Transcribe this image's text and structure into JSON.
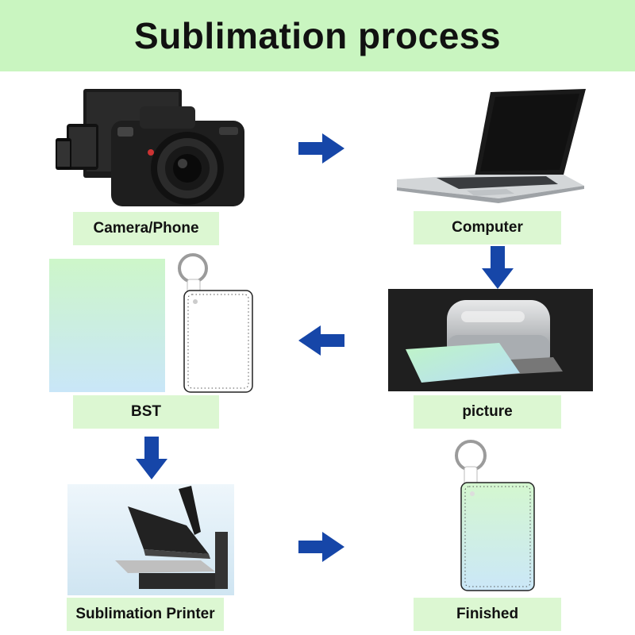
{
  "title": "Sublimation process",
  "steps": {
    "camera": {
      "label": "Camera/Phone",
      "icon": "camera-phone-illustration"
    },
    "computer": {
      "label": "Computer",
      "icon": "laptop-illustration"
    },
    "picture": {
      "label": "picture",
      "icon": "printer-illustration"
    },
    "bst": {
      "label": "BST",
      "icon": "sheet-keychain-illustration"
    },
    "printer": {
      "label": "Sublimation Printer",
      "icon": "heat-press-illustration"
    },
    "finished": {
      "label": "Finished",
      "icon": "finished-keychain-illustration"
    }
  },
  "colors": {
    "header_bg": "#c9f5c0",
    "label_bg": "#dcf7d2",
    "arrow": "#1646a8"
  }
}
